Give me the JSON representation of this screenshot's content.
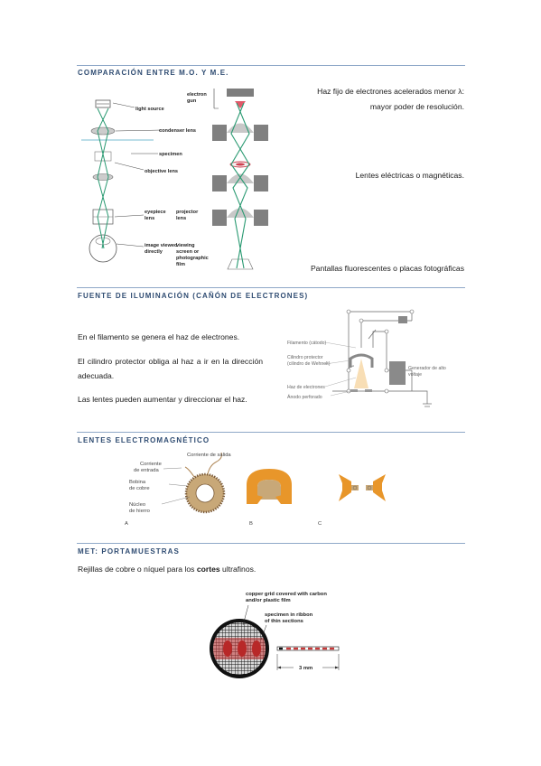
{
  "sections": {
    "comparacion": {
      "title": "COMPARACIÓN ENTRE M.O. Y M.E.",
      "text1_line1": "Haz fijo de electrones acelerados menor λ:",
      "text1_line2": "mayor poder de resolución.",
      "text2": "Lentes eléctricas o magnéticas.",
      "text3": "Pantallas fluorescentes o placas fotográficas",
      "labels": {
        "electron_gun_1": "electron",
        "electron_gun_2": "gun",
        "light_source": "light source",
        "condenser_lens": "condenser lens",
        "specimen": "specimen",
        "objective_lens": "objective lens",
        "eyepiece_1": "eyepiece",
        "eyepiece_2": "lens",
        "projector_1": "projector",
        "projector_2": "lens",
        "image_1": "image viewed",
        "image_2": "directly",
        "viewing_1": "viewing",
        "viewing_2": "screen or",
        "viewing_3": "photographic",
        "viewing_4": "film"
      }
    },
    "fuente": {
      "title": "FUENTE DE ILUMINACIÓN (CAÑÓN DE ELECTRONES)",
      "p1": "En el filamento se genera el haz de electrones.",
      "p2": "El cilindro protector obliga al haz a ir en la dirección adecuada.",
      "p3": "Las lentes pueden aumentar y direccionar el haz.",
      "labels": {
        "filamento": "Filamento (cátodo)",
        "cilindro_1": "Cilindro protector",
        "cilindro_2": "(cilindro de Wehnelt)",
        "haz": "Haz de electrones",
        "anodo": "Ánodo perforado",
        "generador_1": "Generador de alto",
        "generador_2": "voltaje"
      }
    },
    "lentes": {
      "title": "LENTES ELECTROMAGNÉTICO",
      "labels": {
        "corriente_salida": "Corriente de salida",
        "corriente_entrada_1": "Corriente",
        "corriente_entrada_2": "de entrada",
        "bobina_1": "Bobina",
        "bobina_2": "de cobre",
        "nucleo_1": "Núcleo",
        "nucleo_2": "de hierro",
        "A": "A",
        "B": "B",
        "C": "C"
      }
    },
    "met": {
      "title": "MET: PORTAMUESTRAS",
      "text_before": "Rejillas de cobre o níquel para los ",
      "text_bold": "cortes",
      "text_after": " ultrafinos.",
      "labels": {
        "grid_1": "copper grid covered with carbon",
        "grid_2": "and/or plastic film",
        "ribbon_1": "specimen in ribbon",
        "ribbon_2": "of thin sections",
        "scale": "3 mm"
      }
    }
  }
}
